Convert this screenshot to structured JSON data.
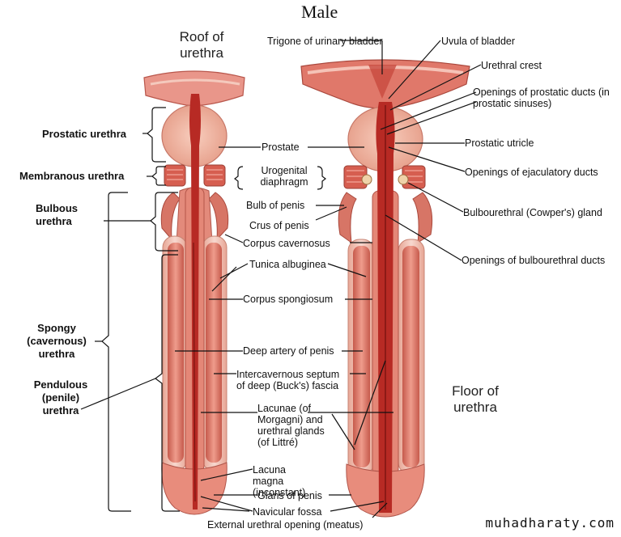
{
  "title": "Male",
  "roof_label": "Roof of urethra",
  "floor_label": "Floor of urethra",
  "left_labels": {
    "prostatic": "Prostatic urethra",
    "membranous": "Membranous urethra",
    "bulbous": "Bulbous urethra",
    "spongy": "Spongy (cavernous) urethra",
    "pendulous": "Pendulous (penile) urethra"
  },
  "center_labels": {
    "prostate": "Prostate",
    "urogenital": "Urogenital diaphragm",
    "bulb": "Bulb of penis",
    "crus": "Crus of penis",
    "corpus_cavernosus": "Corpus cavernosus",
    "tunica": "Tunica albuginea",
    "corpus_spongiosum": "Corpus spongiosum",
    "deep_artery": "Deep artery of penis",
    "septum": "Intercavernous septum of deep (Buck's) fascia",
    "lacunae": "Lacunae (of Morgagni) and urethral glands (of Littré)",
    "lacuna_magna": "Lacuna magna (inconstant)",
    "glans": "Glans of penis",
    "navicular": "Navicular fossa",
    "external_opening": "External urethral opening (meatus)"
  },
  "right_labels": {
    "trigone": "Trigone of urinary bladder",
    "uvula": "Uvula of bladder",
    "crest": "Urethral crest",
    "openings_prostatic": "Openings of prostatic ducts (in prostatic sinuses)",
    "utricle": "Prostatic utricle",
    "ejaculatory": "Openings of ejaculatory ducts",
    "bulbourethral_gland": "Bulbourethral (Cowper's) gland",
    "bulbourethral_ducts": "Openings of bulbourethral ducts"
  },
  "watermark": "muhadharaty.com",
  "colors": {
    "tissue": "#e07a6c",
    "tissue_dark": "#c0453a",
    "tissue_light": "#f2b6a8",
    "lumen": "#b2231e",
    "capsule": "#f6d7cd",
    "line": "#111111"
  }
}
